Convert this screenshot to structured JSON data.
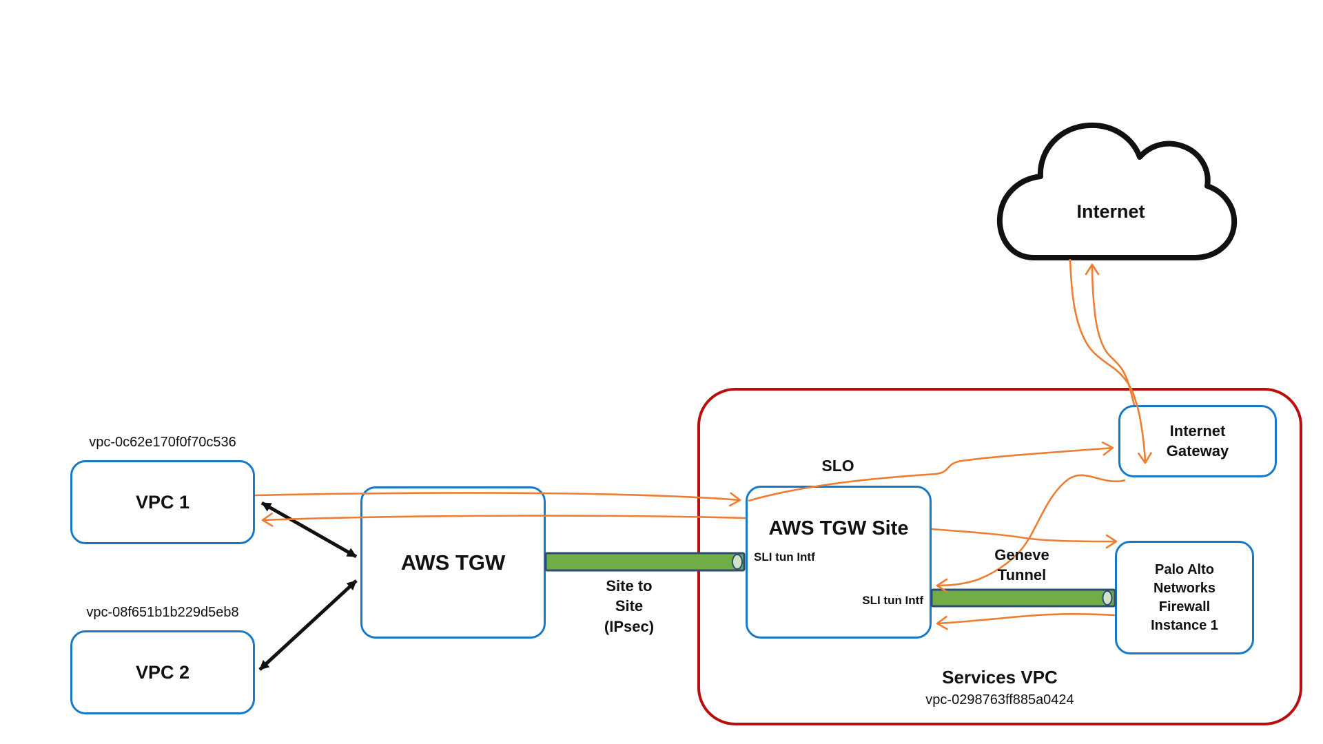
{
  "colors": {
    "node_border_blue": "#1878C8",
    "services_vpc_red": "#B90E0E",
    "flow_orange": "#ED7D31",
    "tunnel_green": "#70AD47",
    "tunnel_border": "#2E4D75",
    "tunnel_cap": "#D2E4C8",
    "arrow_black": "#111111"
  },
  "nodes": {
    "internet_cloud": {
      "label": "Internet"
    },
    "vpc1": {
      "vpc_id": "vpc-0c62e170f0f70c536",
      "label": "VPC 1"
    },
    "vpc2": {
      "vpc_id": "vpc-08f651b1b229d5eb8",
      "label": "VPC 2"
    },
    "aws_tgw": {
      "label": "AWS TGW"
    },
    "aws_tgw_site": {
      "label": "AWS TGW Site",
      "slo_label": "SLO",
      "sli_tun_intf_top": "SLI tun Intf",
      "sli_tun_intf_bottom": "SLI tun Intf"
    },
    "internet_gateway": {
      "label": "Internet Gateway"
    },
    "palo_alto_firewall": {
      "label": "Palo Alto Networks Firewall Instance 1"
    },
    "services_vpc": {
      "label": "Services VPC",
      "vpc_id": "vpc-0298763ff885a0424"
    }
  },
  "tunnels": {
    "ipsec": {
      "label": "Site to Site (IPsec)"
    },
    "geneve": {
      "label": "Geneve Tunnel"
    }
  }
}
